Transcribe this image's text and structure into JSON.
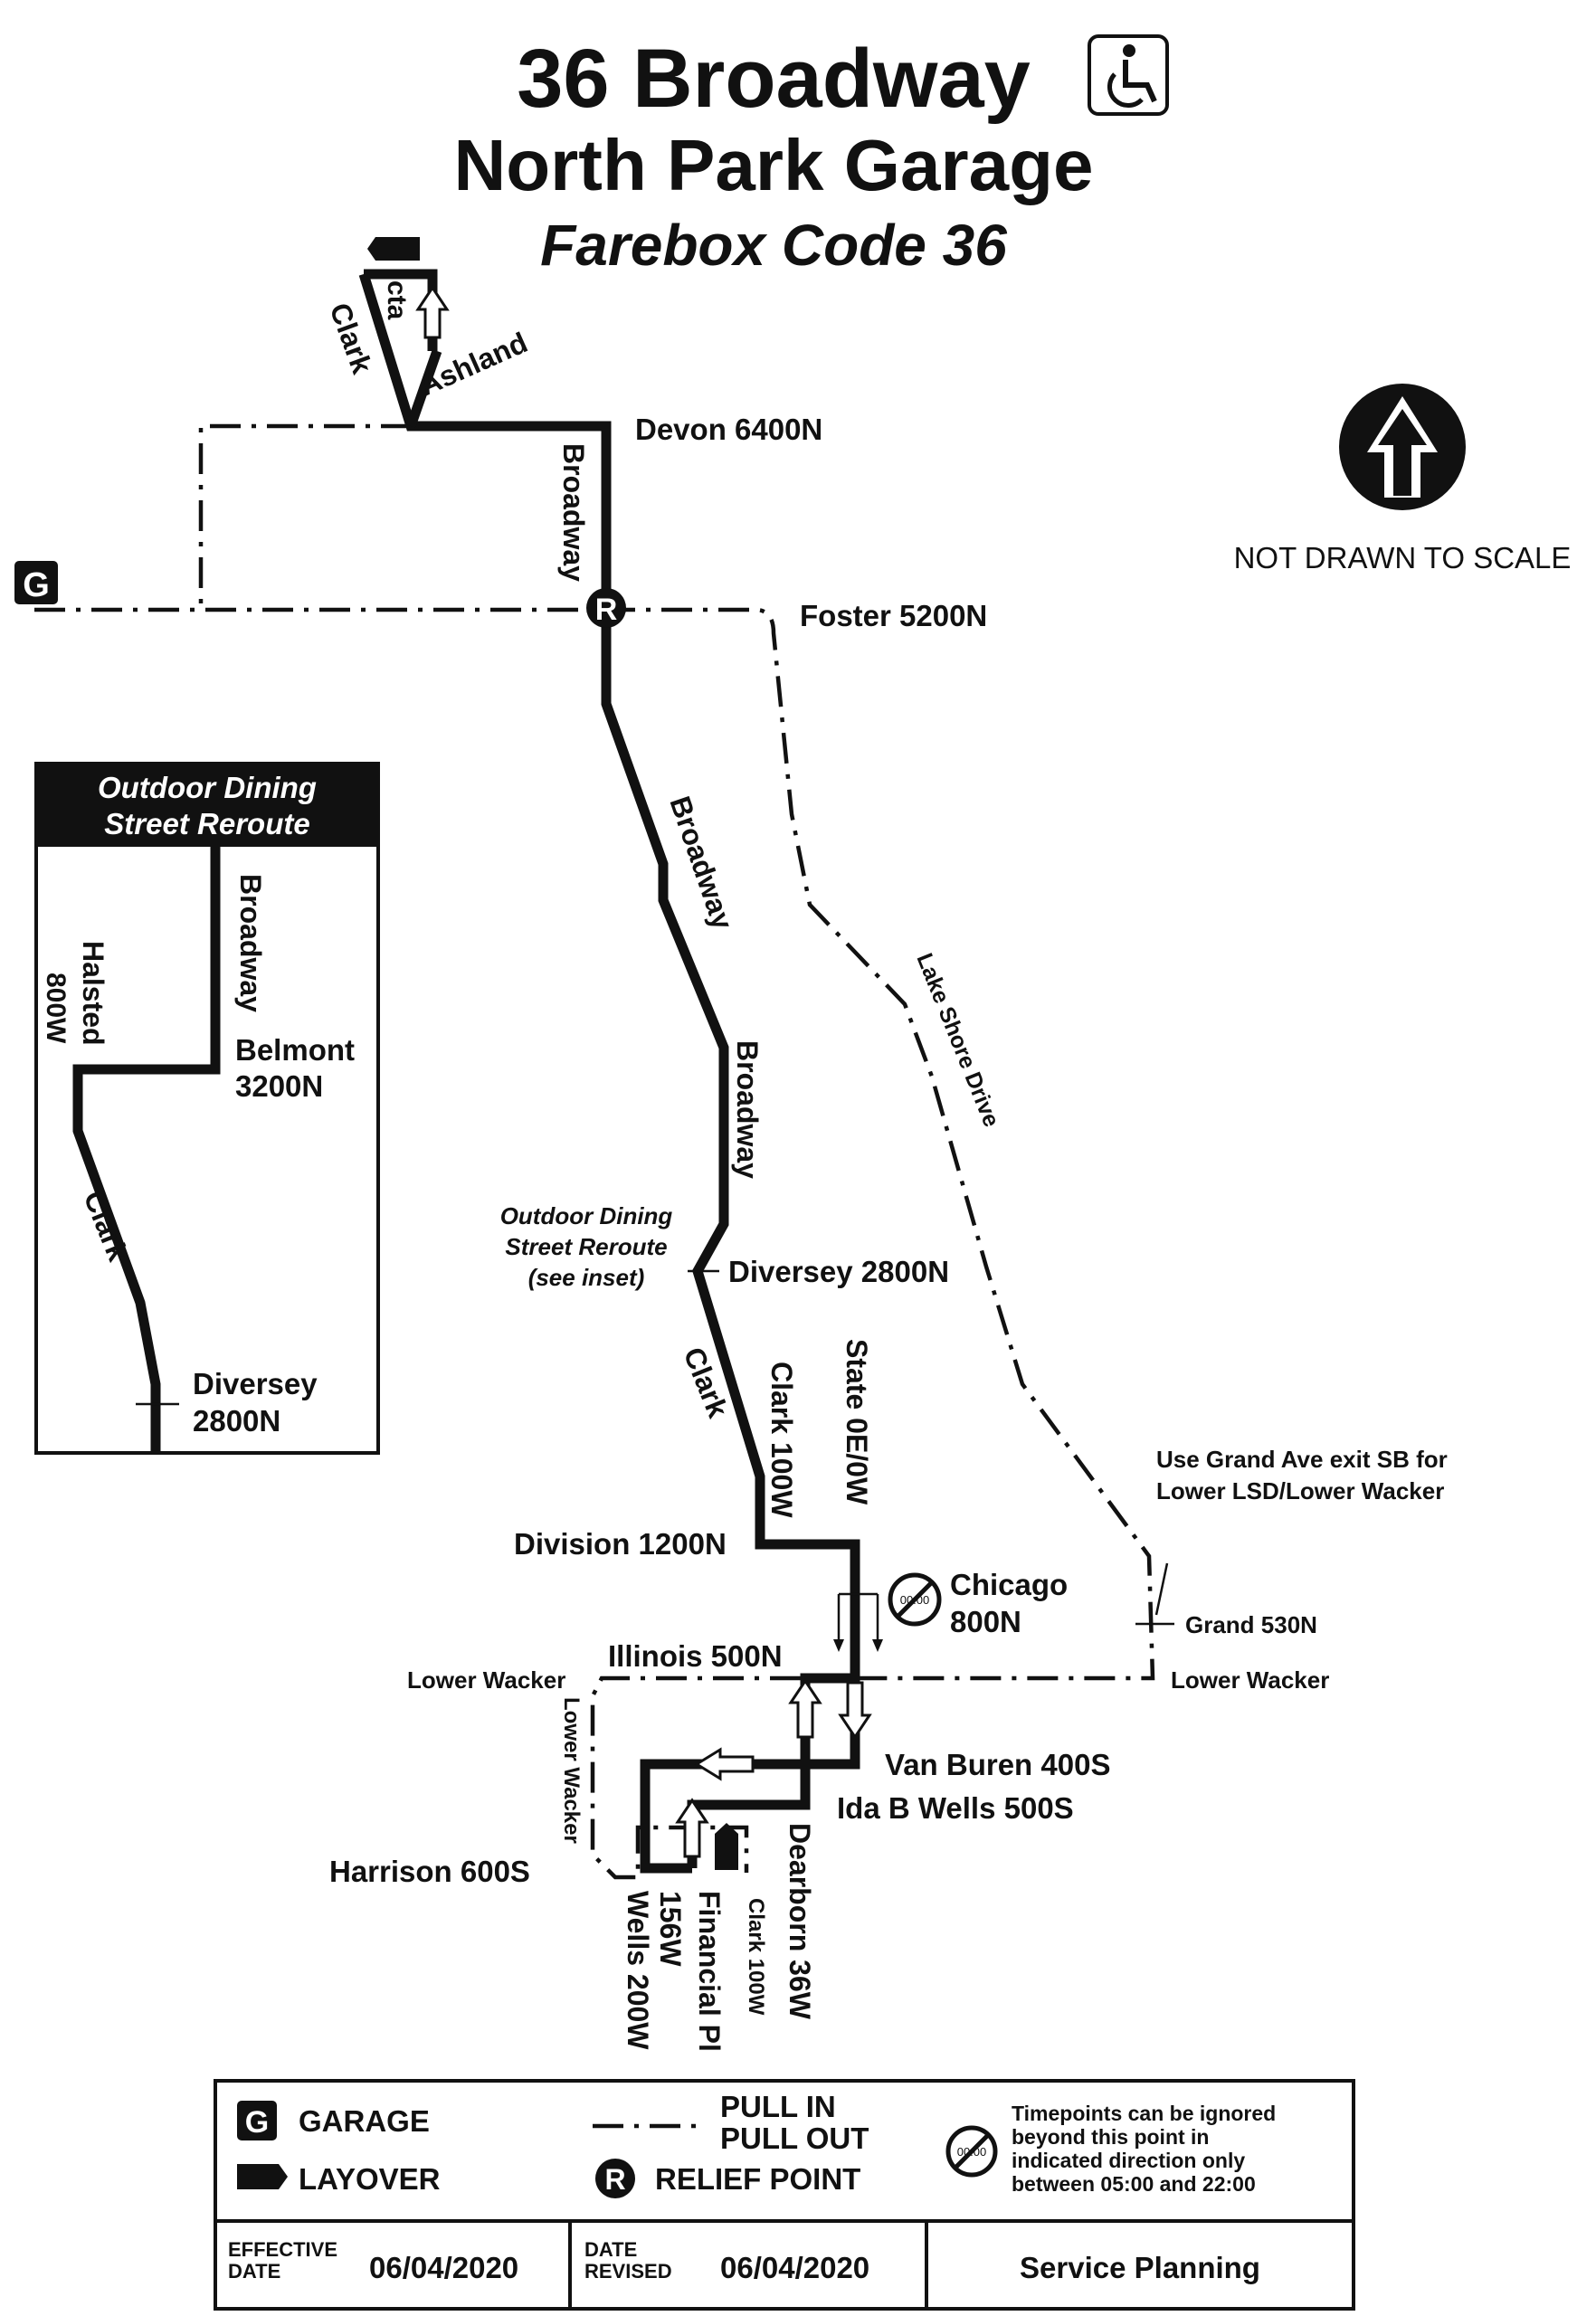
{
  "header": {
    "route_title": "36 Broadway",
    "garage_title": "North Park Garage",
    "farebox": "Farebox Code 36",
    "accessible_icon": "wheelchair-icon"
  },
  "north_arrow": {
    "icon": "north-arrow-icon",
    "scale_note": "NOT DRAWN TO SCALE"
  },
  "streets": {
    "clark_top": "Clark",
    "cta": "cta",
    "ashland": "Ashland",
    "devon": "Devon 6400N",
    "broadway_1": "Broadway",
    "foster": "Foster 5200N",
    "broadway_2": "Broadway",
    "broadway_3": "Broadway",
    "lake_shore": "Lake Shore Drive",
    "diversey": "Diversey 2800N",
    "clark_mid": "Clark",
    "clark_100w": "Clark 100W",
    "state": "State 0E/0W",
    "division": "Division 1200N",
    "chicago": "Chicago",
    "chicago_num": "800N",
    "grand_note_1": "Use Grand Ave exit SB for",
    "grand_note_2": "Lower LSD/Lower Wacker",
    "grand": "Grand 530N",
    "illinois": "Illinois 500N",
    "lower_wacker_left": "Lower Wacker",
    "lower_wacker_right": "Lower Wacker",
    "lower_wacker_vertical": "Lower Wacker",
    "van_buren": "Van Buren 400S",
    "ida_b_wells": "Ida B Wells 500S",
    "harrison": "Harrison 600S",
    "wells": "Wells 200W",
    "s156w": "156W",
    "financial": "Financial Pl",
    "clark_100w_bottom": "Clark 100W",
    "dearborn": "Dearborn 36W"
  },
  "reroute_note": {
    "line1": "Outdoor Dining",
    "line2": "Street Reroute",
    "line3": "(see inset)"
  },
  "inset": {
    "title_1": "Outdoor Dining",
    "title_2": "Street Reroute",
    "broadway": "Broadway",
    "halsted": "Halsted",
    "halsted_num": "800W",
    "belmont": "Belmont",
    "belmont_num": "3200N",
    "clark": "Clark",
    "diversey": "Diversey",
    "diversey_num": "2800N"
  },
  "markers": {
    "garage_letter": "G",
    "relief_letter": "R",
    "timepoint_text": "00:00"
  },
  "legend": {
    "garage": "GARAGE",
    "layover": "LAYOVER",
    "pull_in": "PULL IN",
    "pull_out": "PULL OUT",
    "relief_point": "RELIEF POINT",
    "timepoint_note_1": "Timepoints can be ignored",
    "timepoint_note_2": "beyond this point in",
    "timepoint_note_3": "indicated direction only",
    "timepoint_note_4": "between 05:00 and 22:00",
    "effective_label_1": "EFFECTIVE",
    "effective_label_2": "DATE",
    "effective_date": "06/04/2020",
    "revised_label_1": "DATE",
    "revised_label_2": "REVISED",
    "revised_date": "06/04/2020",
    "department": "Service Planning"
  }
}
